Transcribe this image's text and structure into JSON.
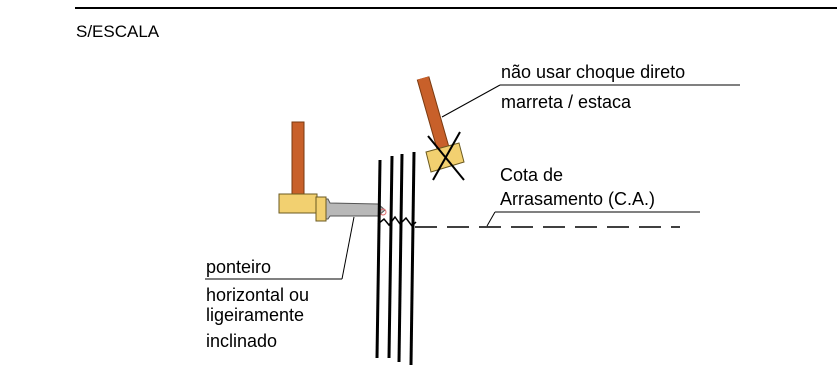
{
  "scale_note": "S/ESCALA",
  "labels": {
    "warning_line1": "não usar choque direto",
    "warning_line2": "marreta / estaca",
    "cota_line1": "Cota de",
    "cota_line2": "Arrasamento (C.A.)",
    "ponteiro_line1": "ponteiro",
    "ponteiro_line2": "horizontal ou",
    "ponteiro_line3": "ligeiramente",
    "ponteiro_line4": "inclinado"
  },
  "colors": {
    "handle": "#c8602a",
    "handle_edge": "#7a3a10",
    "hammer_head": "#f2d070",
    "chisel": "#b8b8b8",
    "line": "#000000"
  }
}
